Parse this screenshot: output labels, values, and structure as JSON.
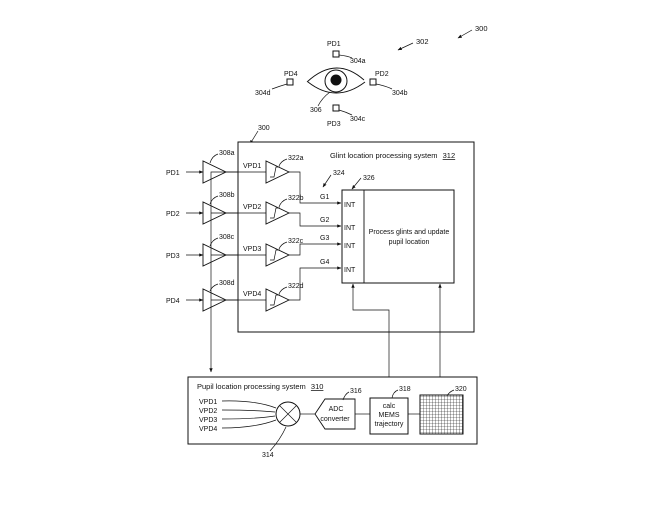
{
  "refs": {
    "fig": "300",
    "eye_group": "302",
    "iris": "306",
    "pd1_ref": "304a",
    "pd2_ref": "304b",
    "pd3_ref": "304c",
    "pd4_ref": "304d",
    "block_ref": "300",
    "amp1": "308a",
    "amp2": "308b",
    "amp3": "308c",
    "amp4": "308d",
    "comp1": "322a",
    "comp2": "322b",
    "comp3": "322c",
    "comp4": "322d",
    "glint_sig": "324",
    "processor": "326",
    "adc_ref": "316",
    "mems_ref": "318",
    "grid_ref": "320",
    "mixer_ref": "314"
  },
  "eye": {
    "pd1": "PD1",
    "pd2": "PD2",
    "pd3": "PD3",
    "pd4": "PD4"
  },
  "inputs": [
    "PD1",
    "PD2",
    "PD3",
    "PD4"
  ],
  "vpd": [
    "VPD1",
    "VPD2",
    "VPD3",
    "VPD4"
  ],
  "glints": [
    "G1",
    "G2",
    "G3",
    "G4"
  ],
  "int_labels": [
    "INT",
    "INT",
    "INT",
    "INT"
  ],
  "glint_system": {
    "title": "Glint location processing system",
    "num": "312"
  },
  "processor_text": {
    "line1": "Process glints and update",
    "line2": "pupil location"
  },
  "pupil_system": {
    "title": "Pupil location processing system",
    "num": "310"
  },
  "pupil_inputs": [
    "VPD1",
    "VPD2",
    "VPD3",
    "VPD4"
  ],
  "adc": {
    "line1": "ADC",
    "line2": "converter"
  },
  "mems": {
    "line1": "calc",
    "line2": "MEMS",
    "line3": "trajectory"
  }
}
